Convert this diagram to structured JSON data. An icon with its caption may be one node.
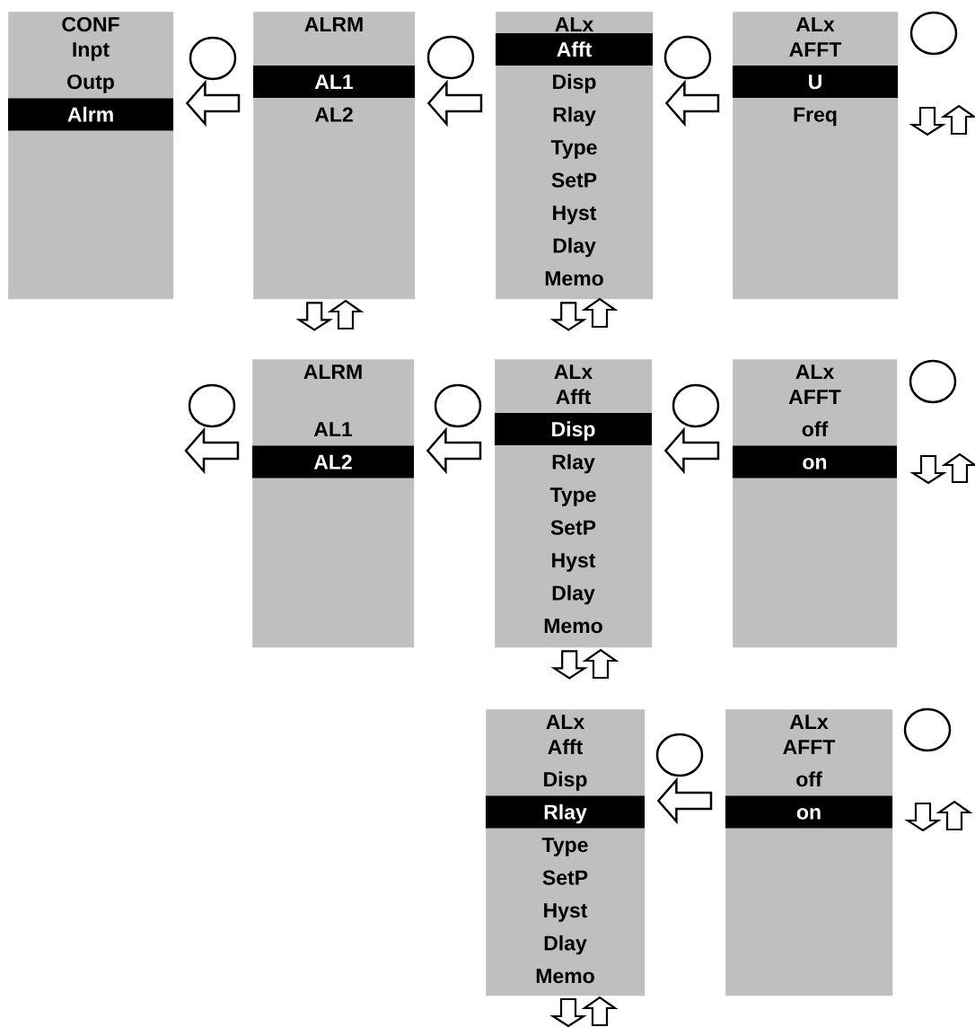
{
  "diagram": {
    "nodes": [
      {
        "text": [
          "CONF",
          "Inpt",
          "Outp",
          "Alrm"
        ]
      },
      {
        "text": [
          "ALRM",
          "AL1",
          "AL2"
        ]
      },
      {
        "text": [
          "ALx",
          "Afft",
          "Disp",
          "Rlay",
          "Type",
          "SetP",
          "Hyst",
          "Dlay",
          "Memo"
        ]
      },
      {
        "text": [
          "ALx",
          "AFFT",
          "U",
          "Freq"
        ]
      },
      {
        "text": [
          "ALRM",
          "AL1",
          "AL2"
        ]
      },
      {
        "text": [
          "ALx",
          "Afft",
          "Disp",
          "Rlay",
          "Type",
          "SetP",
          "Hyst",
          "Dlay",
          "Memo"
        ]
      },
      {
        "text": [
          "ALx",
          "AFFT",
          "off",
          "on"
        ]
      },
      {
        "text": [
          "ALx",
          "Afft",
          "Disp",
          "Rlay",
          "Type",
          "SetP",
          "Hyst",
          "Dlay",
          "Memo"
        ]
      },
      {
        "text": [
          "ALx",
          "AFFT",
          "off",
          "on"
        ]
      }
    ],
    "edges": [
      {
        "from": 1,
        "to": 0,
        "arrow": "to"
      },
      {
        "from": 2,
        "to": 1,
        "arrow": "to"
      },
      {
        "from": 3,
        "to": 2,
        "arrow": "to"
      },
      {
        "from": 4,
        "to": null,
        "arrow": "to"
      },
      {
        "from": 5,
        "to": 4,
        "arrow": "to"
      },
      {
        "from": 6,
        "to": 5,
        "arrow": "to"
      },
      {
        "from": 8,
        "to": 7,
        "arrow": "to"
      },
      {
        "from": 1,
        "to": 4,
        "arrow": "to"
      },
      {
        "from": 2,
        "to": 5,
        "arrow": "to"
      },
      {
        "from": 5,
        "to": 7,
        "arrow": "to"
      }
    ]
  }
}
